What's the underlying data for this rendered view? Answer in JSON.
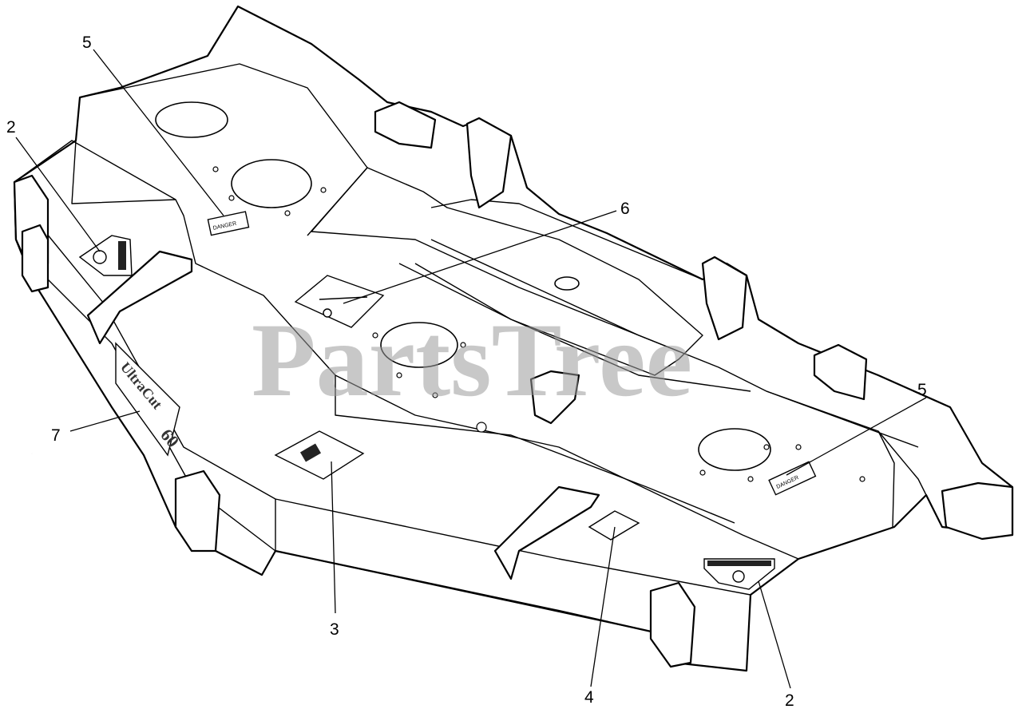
{
  "watermark": "PartsTree",
  "callouts": [
    {
      "id": "callout-5-top",
      "label": "5"
    },
    {
      "id": "callout-2-left",
      "label": "2"
    },
    {
      "id": "callout-6",
      "label": "6"
    },
    {
      "id": "callout-7",
      "label": "7"
    },
    {
      "id": "callout-5-right",
      "label": "5"
    },
    {
      "id": "callout-3",
      "label": "3"
    },
    {
      "id": "callout-4",
      "label": "4"
    },
    {
      "id": "callout-2-bottom",
      "label": "2"
    }
  ],
  "decals": {
    "brand_text": "UltraCut",
    "size_text": "60",
    "danger_text": "DANGER"
  }
}
